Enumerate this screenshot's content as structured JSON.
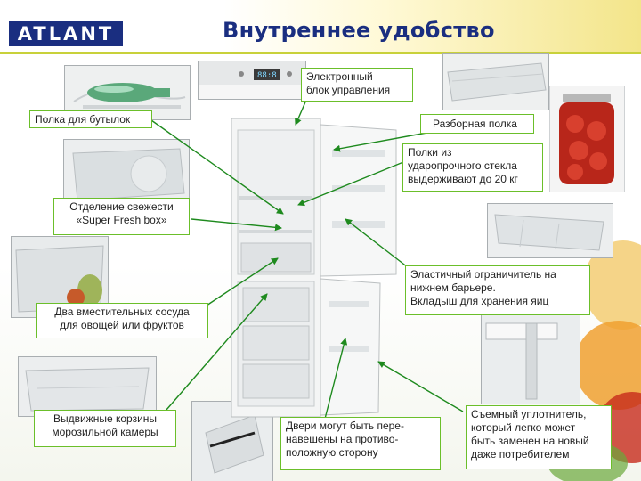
{
  "header": {
    "brand": "ATLANT",
    "title": "Внутреннее удобство"
  },
  "colors": {
    "brand_blue": "#1a2e80",
    "accent_green": "#6bbf2a",
    "arrow_green": "#1e8a1e",
    "header_yellow": "#f3e58a"
  },
  "callouts": {
    "control_unit": [
      "Электронный",
      "блок управления"
    ],
    "bottle_shelf": "Полка для бутылок",
    "removable_shelf": "Разборная полка",
    "glass_shelves": [
      "Полки из",
      "ударопрочного стекла",
      "выдерживают до 20 кг"
    ],
    "fresh_box": [
      "Отделение свежести",
      "«Super Fresh box»"
    ],
    "veg_containers": [
      "Два вместительных сосуда",
      "для овощей или фруктов"
    ],
    "limiter": [
      "Эластичный ограничитель на",
      "нижнем барьере.",
      "Вкладыш для хранения яиц"
    ],
    "freezer_baskets": [
      "Выдвижные корзины",
      "морозильной камеры"
    ],
    "doors": [
      "Двери могут быть пере-",
      "навешены на противо-",
      "положную сторону"
    ],
    "seal": [
      "Съемный уплотнитель,",
      "который легко может",
      "быть заменен на новый",
      "даже потребителем"
    ]
  },
  "images": {
    "control_panel_display": "88:8"
  }
}
